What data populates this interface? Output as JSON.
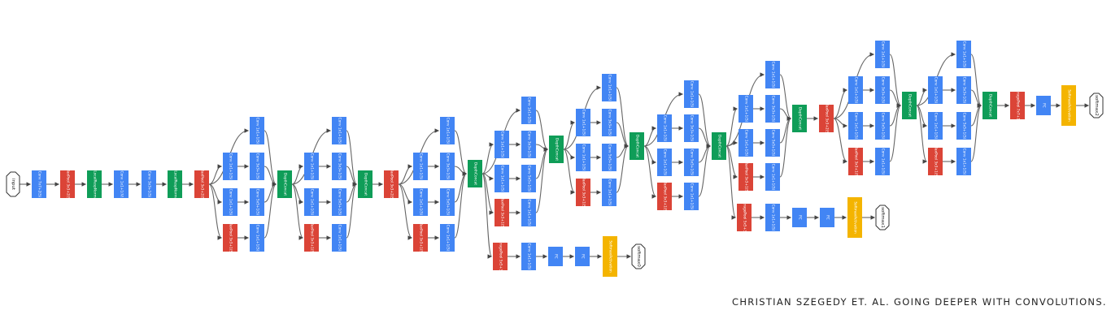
{
  "colors": {
    "conv": "#4285f4",
    "pool": "#db4437",
    "concat": "#0f9d58",
    "softmax": "#f4b400",
    "io": "#ffffff",
    "edge": "#666666"
  },
  "caption": "CHRISTIAN SZEGEDY ET. AL. GOING DEEPER WITH CONVOLUTIONS.",
  "nodes": [
    {
      "id": "input",
      "type": "io",
      "text": "input"
    },
    {
      "id": "s1",
      "type": "conv",
      "text": "Conv 7x7+2(S)"
    },
    {
      "id": "s2",
      "type": "pool",
      "text": "MaxPool 3x3+2(S)"
    },
    {
      "id": "s3",
      "type": "concat",
      "text": "LocalRespNorm"
    },
    {
      "id": "s4",
      "type": "conv",
      "text": "Conv 1x1+1(V)"
    },
    {
      "id": "s5",
      "type": "conv",
      "text": "Conv 3x3+1(S)"
    },
    {
      "id": "s6",
      "type": "concat",
      "text": "LocalRespNorm"
    },
    {
      "id": "s7",
      "type": "pool",
      "text": "MaxPool 3x3+2(S)"
    },
    {
      "id": "a_c1",
      "type": "conv",
      "text": "Conv 1x1+1(S)"
    },
    {
      "id": "a_c2",
      "type": "conv",
      "text": "Conv 1x1+1(S)"
    },
    {
      "id": "a_c3",
      "type": "conv",
      "text": "Conv 1x1+1(S)"
    },
    {
      "id": "a_p",
      "type": "pool",
      "text": "MaxPool 3x3+1(S)"
    },
    {
      "id": "a_o1",
      "type": "conv",
      "text": "Conv 1x1+1(S)"
    },
    {
      "id": "a_o2",
      "type": "conv",
      "text": "Conv 3x3+1(S)"
    },
    {
      "id": "a_o3",
      "type": "conv",
      "text": "Conv 5x5+1(S)"
    },
    {
      "id": "a_o4",
      "type": "conv",
      "text": "Conv 1x1+1(S)"
    },
    {
      "id": "a_cat",
      "type": "concat",
      "text": "DepthConcat"
    },
    {
      "id": "b_c1",
      "type": "conv",
      "text": "Conv 1x1+1(S)"
    },
    {
      "id": "b_c2",
      "type": "conv",
      "text": "Conv 1x1+1(S)"
    },
    {
      "id": "b_c3",
      "type": "conv",
      "text": "Conv 1x1+1(S)"
    },
    {
      "id": "b_p",
      "type": "pool",
      "text": "MaxPool 3x3+1(S)"
    },
    {
      "id": "b_o1",
      "type": "conv",
      "text": "Conv 1x1+1(S)"
    },
    {
      "id": "b_o2",
      "type": "conv",
      "text": "Conv 3x3+1(S)"
    },
    {
      "id": "b_o3",
      "type": "conv",
      "text": "Conv 5x5+1(S)"
    },
    {
      "id": "b_o4",
      "type": "conv",
      "text": "Conv 1x1+1(S)"
    },
    {
      "id": "b_cat",
      "type": "concat",
      "text": "DepthConcat"
    },
    {
      "id": "mp3",
      "type": "pool",
      "text": "MaxPool 3x3+2(S)"
    },
    {
      "id": "c_c1",
      "type": "conv",
      "text": "Conv 1x1+1(S)"
    },
    {
      "id": "c_c2",
      "type": "conv",
      "text": "Conv 1x1+1(S)"
    },
    {
      "id": "c_c3",
      "type": "conv",
      "text": "Conv 1x1+1(S)"
    },
    {
      "id": "c_p",
      "type": "pool",
      "text": "MaxPool 3x3+1(S)"
    },
    {
      "id": "c_o1",
      "type": "conv",
      "text": "Conv 1x1+1(S)"
    },
    {
      "id": "c_o2",
      "type": "conv",
      "text": "Conv 3x3+1(S)"
    },
    {
      "id": "c_o3",
      "type": "conv",
      "text": "Conv 5x5+1(S)"
    },
    {
      "id": "c_o4",
      "type": "conv",
      "text": "Conv 1x1+1(S)"
    },
    {
      "id": "c_cat",
      "type": "concat",
      "text": "DepthConcat"
    },
    {
      "id": "d_c1",
      "type": "conv",
      "text": "Conv 1x1+1(S)"
    },
    {
      "id": "d_c2",
      "type": "conv",
      "text": "Conv 1x1+1(S)"
    },
    {
      "id": "d_c3",
      "type": "conv",
      "text": "Conv 1x1+1(S)"
    },
    {
      "id": "d_p",
      "type": "pool",
      "text": "MaxPool 3x3+1(S)"
    },
    {
      "id": "d_o1",
      "type": "conv",
      "text": "Conv 1x1+1(S)"
    },
    {
      "id": "d_o2",
      "type": "conv",
      "text": "Conv 3x3+1(S)"
    },
    {
      "id": "d_o3",
      "type": "conv",
      "text": "Conv 5x5+1(S)"
    },
    {
      "id": "d_o4",
      "type": "conv",
      "text": "Conv 1x1+1(S)"
    },
    {
      "id": "d_cat",
      "type": "concat",
      "text": "DepthConcat"
    },
    {
      "id": "e_c1",
      "type": "conv",
      "text": "Conv 1x1+1(S)"
    },
    {
      "id": "e_c2",
      "type": "conv",
      "text": "Conv 1x1+1(S)"
    },
    {
      "id": "e_c3",
      "type": "conv",
      "text": "Conv 1x1+1(S)"
    },
    {
      "id": "e_p",
      "type": "pool",
      "text": "MaxPool 3x3+1(S)"
    },
    {
      "id": "e_o1",
      "type": "conv",
      "text": "Conv 1x1+1(S)"
    },
    {
      "id": "e_o2",
      "type": "conv",
      "text": "Conv 3x3+1(S)"
    },
    {
      "id": "e_o3",
      "type": "conv",
      "text": "Conv 5x5+1(S)"
    },
    {
      "id": "e_o4",
      "type": "conv",
      "text": "Conv 1x1+1(S)"
    },
    {
      "id": "e_cat",
      "type": "concat",
      "text": "DepthConcat"
    },
    {
      "id": "f_c1",
      "type": "conv",
      "text": "Conv 1x1+1(S)"
    },
    {
      "id": "f_c2",
      "type": "conv",
      "text": "Conv 1x1+1(S)"
    },
    {
      "id": "f_c3",
      "type": "conv",
      "text": "Conv 1x1+1(S)"
    },
    {
      "id": "f_p",
      "type": "pool",
      "text": "MaxPool 3x3+1(S)"
    },
    {
      "id": "f_o1",
      "type": "conv",
      "text": "Conv 1x1+1(S)"
    },
    {
      "id": "f_o2",
      "type": "conv",
      "text": "Conv 3x3+1(S)"
    },
    {
      "id": "f_o3",
      "type": "conv",
      "text": "Conv 5x5+1(S)"
    },
    {
      "id": "f_o4",
      "type": "conv",
      "text": "Conv 1x1+1(S)"
    },
    {
      "id": "f_cat",
      "type": "concat",
      "text": "DepthConcat"
    },
    {
      "id": "g_c1",
      "type": "conv",
      "text": "Conv 1x1+1(S)"
    },
    {
      "id": "g_c2",
      "type": "conv",
      "text": "Conv 1x1+1(S)"
    },
    {
      "id": "g_c3",
      "type": "conv",
      "text": "Conv 1x1+1(S)"
    },
    {
      "id": "g_p",
      "type": "pool",
      "text": "MaxPool 3x3+1(S)"
    },
    {
      "id": "g_o1",
      "type": "conv",
      "text": "Conv 1x1+1(S)"
    },
    {
      "id": "g_o2",
      "type": "conv",
      "text": "Conv 3x3+1(S)"
    },
    {
      "id": "g_o3",
      "type": "conv",
      "text": "Conv 5x5+1(S)"
    },
    {
      "id": "g_o4",
      "type": "conv",
      "text": "Conv 1x1+1(S)"
    },
    {
      "id": "g_cat",
      "type": "concat",
      "text": "DepthConcat"
    },
    {
      "id": "mp4",
      "type": "pool",
      "text": "MaxPool 3x3+2(S)"
    },
    {
      "id": "h_c1",
      "type": "conv",
      "text": "Conv 1x1+1(S)"
    },
    {
      "id": "h_c2",
      "type": "conv",
      "text": "Conv 1x1+1(S)"
    },
    {
      "id": "h_c3",
      "type": "conv",
      "text": "Conv 1x1+1(S)"
    },
    {
      "id": "h_p",
      "type": "pool",
      "text": "MaxPool 3x3+1(S)"
    },
    {
      "id": "h_o1",
      "type": "conv",
      "text": "Conv 1x1+1(S)"
    },
    {
      "id": "h_o2",
      "type": "conv",
      "text": "Conv 3x3+1(S)"
    },
    {
      "id": "h_o3",
      "type": "conv",
      "text": "Conv 5x5+1(S)"
    },
    {
      "id": "h_o4",
      "type": "conv",
      "text": "Conv 1x1+1(S)"
    },
    {
      "id": "h_cat",
      "type": "concat",
      "text": "DepthConcat"
    },
    {
      "id": "i_c1",
      "type": "conv",
      "text": "Conv 1x1+1(S)"
    },
    {
      "id": "i_c2",
      "type": "conv",
      "text": "Conv 1x1+1(S)"
    },
    {
      "id": "i_c3",
      "type": "conv",
      "text": "Conv 1x1+1(S)"
    },
    {
      "id": "i_p",
      "type": "pool",
      "text": "MaxPool 3x3+1(S)"
    },
    {
      "id": "i_o1",
      "type": "conv",
      "text": "Conv 1x1+1(S)"
    },
    {
      "id": "i_o2",
      "type": "conv",
      "text": "Conv 3x3+1(S)"
    },
    {
      "id": "i_o3",
      "type": "conv",
      "text": "Conv 5x5+1(S)"
    },
    {
      "id": "i_o4",
      "type": "conv",
      "text": "Conv 1x1+1(S)"
    },
    {
      "id": "i_cat",
      "type": "concat",
      "text": "DepthConcat"
    },
    {
      "id": "fin_ap",
      "type": "pool",
      "text": "AveragePool 7x7+1(V)"
    },
    {
      "id": "fin_fc",
      "type": "conv",
      "text": "FC"
    },
    {
      "id": "fin_sa",
      "type": "softmax",
      "text": "SoftmaxActivation"
    },
    {
      "id": "fin_out",
      "type": "io",
      "text": "softmax2"
    },
    {
      "id": "x0_ap",
      "type": "pool",
      "text": "AveragePool 5x5+3(V)"
    },
    {
      "id": "x0_cv",
      "type": "conv",
      "text": "Conv 1x1+1(S)"
    },
    {
      "id": "x0_f1",
      "type": "conv",
      "text": "FC"
    },
    {
      "id": "x0_f2",
      "type": "conv",
      "text": "FC"
    },
    {
      "id": "x0_sa",
      "type": "softmax",
      "text": "SoftmaxActivation"
    },
    {
      "id": "x0_out",
      "type": "io",
      "text": "softmax0"
    },
    {
      "id": "x1_ap",
      "type": "pool",
      "text": "AveragePool 5x5+3(V)"
    },
    {
      "id": "x1_cv",
      "type": "conv",
      "text": "Conv 1x1+1(S)"
    },
    {
      "id": "x1_f1",
      "type": "conv",
      "text": "FC"
    },
    {
      "id": "x1_f2",
      "type": "conv",
      "text": "FC"
    },
    {
      "id": "x1_sa",
      "type": "softmax",
      "text": "SoftmaxActivation"
    },
    {
      "id": "x1_out",
      "type": "io",
      "text": "softmax1"
    }
  ],
  "edges": [
    [
      "input",
      "s1"
    ],
    [
      "s1",
      "s2"
    ],
    [
      "s2",
      "s3"
    ],
    [
      "s3",
      "s4"
    ],
    [
      "s4",
      "s5"
    ],
    [
      "s5",
      "s6"
    ],
    [
      "s6",
      "s7"
    ],
    [
      "s7",
      "a_c1"
    ],
    [
      "s7",
      "a_c2"
    ],
    [
      "s7",
      "a_c3"
    ],
    [
      "s7",
      "a_p"
    ],
    [
      "a_c1",
      "a_o1"
    ],
    [
      "a_c2",
      "a_o2"
    ],
    [
      "a_c3",
      "a_o3"
    ],
    [
      "a_p",
      "a_o4"
    ],
    [
      "a_o1",
      "a_cat"
    ],
    [
      "a_o2",
      "a_cat"
    ],
    [
      "a_o3",
      "a_cat"
    ],
    [
      "a_o4",
      "a_cat"
    ],
    [
      "a_cat",
      "b_c1"
    ],
    [
      "a_cat",
      "b_c2"
    ],
    [
      "a_cat",
      "b_c3"
    ],
    [
      "a_cat",
      "b_p"
    ],
    [
      "b_c1",
      "b_o1"
    ],
    [
      "b_c2",
      "b_o2"
    ],
    [
      "b_c3",
      "b_o3"
    ],
    [
      "b_p",
      "b_o4"
    ],
    [
      "b_o1",
      "b_cat"
    ],
    [
      "b_o2",
      "b_cat"
    ],
    [
      "b_o3",
      "b_cat"
    ],
    [
      "b_o4",
      "b_cat"
    ],
    [
      "b_cat",
      "mp3"
    ],
    [
      "mp3",
      "c_c1"
    ],
    [
      "mp3",
      "c_c2"
    ],
    [
      "mp3",
      "c_c3"
    ],
    [
      "mp3",
      "c_p"
    ],
    [
      "c_c1",
      "c_o1"
    ],
    [
      "c_c2",
      "c_o2"
    ],
    [
      "c_c3",
      "c_o3"
    ],
    [
      "c_p",
      "c_o4"
    ],
    [
      "c_o1",
      "c_cat"
    ],
    [
      "c_o2",
      "c_cat"
    ],
    [
      "c_o3",
      "c_cat"
    ],
    [
      "c_o4",
      "c_cat"
    ],
    [
      "c_cat",
      "d_c1"
    ],
    [
      "c_cat",
      "d_c2"
    ],
    [
      "c_cat",
      "d_c3"
    ],
    [
      "c_cat",
      "d_p"
    ],
    [
      "c_cat",
      "x0_ap"
    ],
    [
      "d_c1",
      "d_o1"
    ],
    [
      "d_c2",
      "d_o2"
    ],
    [
      "d_c3",
      "d_o3"
    ],
    [
      "d_p",
      "d_o4"
    ],
    [
      "d_o1",
      "d_cat"
    ],
    [
      "d_o2",
      "d_cat"
    ],
    [
      "d_o3",
      "d_cat"
    ],
    [
      "d_o4",
      "d_cat"
    ],
    [
      "d_cat",
      "e_c1"
    ],
    [
      "d_cat",
      "e_c2"
    ],
    [
      "d_cat",
      "e_c3"
    ],
    [
      "d_cat",
      "e_p"
    ],
    [
      "e_c1",
      "e_o1"
    ],
    [
      "e_c2",
      "e_o2"
    ],
    [
      "e_c3",
      "e_o3"
    ],
    [
      "e_p",
      "e_o4"
    ],
    [
      "e_o1",
      "e_cat"
    ],
    [
      "e_o2",
      "e_cat"
    ],
    [
      "e_o3",
      "e_cat"
    ],
    [
      "e_o4",
      "e_cat"
    ],
    [
      "e_cat",
      "f_c1"
    ],
    [
      "e_cat",
      "f_c2"
    ],
    [
      "e_cat",
      "f_c3"
    ],
    [
      "e_cat",
      "f_p"
    ],
    [
      "f_c1",
      "f_o1"
    ],
    [
      "f_c2",
      "f_o2"
    ],
    [
      "f_c3",
      "f_o3"
    ],
    [
      "f_p",
      "f_o4"
    ],
    [
      "f_o1",
      "f_cat"
    ],
    [
      "f_o2",
      "f_cat"
    ],
    [
      "f_o3",
      "f_cat"
    ],
    [
      "f_o4",
      "f_cat"
    ],
    [
      "f_cat",
      "g_c1"
    ],
    [
      "f_cat",
      "g_c2"
    ],
    [
      "f_cat",
      "g_c3"
    ],
    [
      "f_cat",
      "g_p"
    ],
    [
      "f_cat",
      "x1_ap"
    ],
    [
      "g_c1",
      "g_o1"
    ],
    [
      "g_c2",
      "g_o2"
    ],
    [
      "g_c3",
      "g_o3"
    ],
    [
      "g_p",
      "g_o4"
    ],
    [
      "g_o1",
      "g_cat"
    ],
    [
      "g_o2",
      "g_cat"
    ],
    [
      "g_o3",
      "g_cat"
    ],
    [
      "g_o4",
      "g_cat"
    ],
    [
      "g_cat",
      "mp4"
    ],
    [
      "mp4",
      "h_c1"
    ],
    [
      "mp4",
      "h_c2"
    ],
    [
      "mp4",
      "h_c3"
    ],
    [
      "mp4",
      "h_p"
    ],
    [
      "h_c1",
      "h_o1"
    ],
    [
      "h_c2",
      "h_o2"
    ],
    [
      "h_c3",
      "h_o3"
    ],
    [
      "h_p",
      "h_o4"
    ],
    [
      "h_o1",
      "h_cat"
    ],
    [
      "h_o2",
      "h_cat"
    ],
    [
      "h_o3",
      "h_cat"
    ],
    [
      "h_o4",
      "h_cat"
    ],
    [
      "h_cat",
      "i_c1"
    ],
    [
      "h_cat",
      "i_c2"
    ],
    [
      "h_cat",
      "i_c3"
    ],
    [
      "h_cat",
      "i_p"
    ],
    [
      "i_c1",
      "i_o1"
    ],
    [
      "i_c2",
      "i_o2"
    ],
    [
      "i_c3",
      "i_o3"
    ],
    [
      "i_p",
      "i_o4"
    ],
    [
      "i_o1",
      "i_cat"
    ],
    [
      "i_o2",
      "i_cat"
    ],
    [
      "i_o3",
      "i_cat"
    ],
    [
      "i_o4",
      "i_cat"
    ],
    [
      "i_cat",
      "fin_ap"
    ],
    [
      "fin_ap",
      "fin_fc"
    ],
    [
      "fin_fc",
      "fin_sa"
    ],
    [
      "fin_sa",
      "fin_out"
    ],
    [
      "x0_ap",
      "x0_cv"
    ],
    [
      "x0_cv",
      "x0_f1"
    ],
    [
      "x0_f1",
      "x0_f2"
    ],
    [
      "x0_f2",
      "x0_sa"
    ],
    [
      "x0_sa",
      "x0_out"
    ],
    [
      "x1_ap",
      "x1_cv"
    ],
    [
      "x1_cv",
      "x1_f1"
    ],
    [
      "x1_f1",
      "x1_f2"
    ],
    [
      "x1_f2",
      "x1_sa"
    ],
    [
      "x1_sa",
      "x1_out"
    ]
  ]
}
